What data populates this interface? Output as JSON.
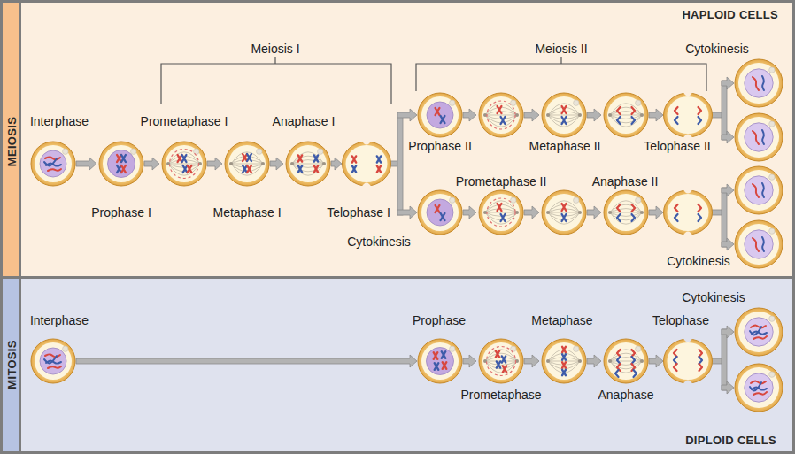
{
  "diagram": {
    "nodes": [
      {
        "text": [
          "MEIOSIS",
          "HAPLOID CELLS"
        ]
      },
      {
        "text": [
          "MITOSIS",
          "DIPLOID CELLS"
        ]
      }
    ],
    "labels": [
      "Meiosis I",
      "Meiosis II",
      "Cytokinesis",
      "Interphase",
      "Prometaphase I",
      "Anaphase I",
      "Prophase II",
      "Metaphase II",
      "Telophase II",
      "Prophase I",
      "Metaphase I",
      "Telophase I",
      "Prometaphase II",
      "Anaphase II",
      "Cytokinesis",
      "Cytokinesis",
      "Cytokinesis",
      "Interphase",
      "Prophase",
      "Metaphase",
      "Telophase",
      "Prometaphase",
      "Anaphase"
    ]
  }
}
